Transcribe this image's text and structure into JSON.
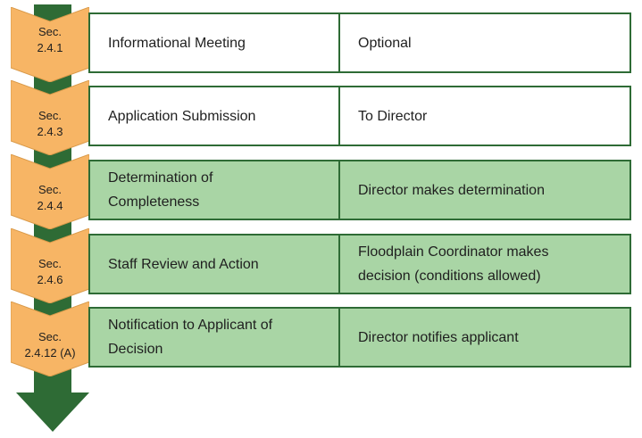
{
  "colors": {
    "arrow": "#2e6b35",
    "chevron": "#f7b565",
    "box_border": "#2e6b35",
    "box_fill_white": "#ffffff",
    "box_fill_green": "#a9d5a5"
  },
  "steps": [
    {
      "sec_line1": "Sec.",
      "sec_line2": "2.4.1",
      "name": "Informational Meeting",
      "action": "Optional",
      "style": "white"
    },
    {
      "sec_line1": "Sec.",
      "sec_line2": "2.4.3",
      "name": "Application Submission",
      "action": "To Director",
      "style": "white"
    },
    {
      "sec_line1": "Sec.",
      "sec_line2": "2.4.4",
      "name": "Determination of Completeness",
      "action": "Director makes determination",
      "style": "green"
    },
    {
      "sec_line1": "Sec.",
      "sec_line2": "2.4.6",
      "name": "Staff Review and Action",
      "action": "Floodplain Coordinator makes decision (conditions allowed)",
      "style": "green"
    },
    {
      "sec_line1": "Sec.",
      "sec_line2": "2.4.12 (A)",
      "name": "Notification to Applicant of Decision",
      "action": "Director notifies applicant",
      "style": "green"
    }
  ]
}
